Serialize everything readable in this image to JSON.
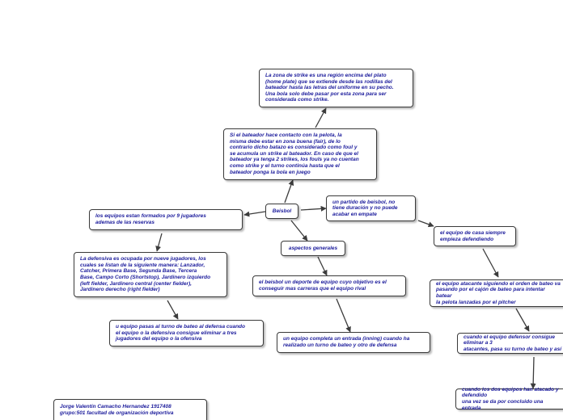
{
  "nodes": {
    "center": "Beisbol",
    "strike_zone": "La zona de strike es una región encima del plato\n(home plate) que se extiende desde las rodillas del\nbateador hasta las letras del uniforme en su pecho.\nUna bola solo debe pasar por esta zona para ser\nconsiderada como strike.",
    "contact": "Si el bateador hace contacto con la pelota, la\nmisma debe estar en zona buena (fair), de lo\ncontrario dicho batazo es considerado como foul y\nse acumula un strike al bateador. En caso de que el\nbateador ya tenga 2 strikes, los fouls ya no cuentan\ncomo strike y el turno continúa hasta que el\nbateador ponga la bola en juego",
    "teams": "los equipos estan formados por 9 jugadores\nademas de las reservas",
    "defense": "La defensiva es ocupada por nueve jugadores, los\ncuales se listan de la siguiente manera: Lanzador,\nCatcher, Primera Base, Segunda Base, Tercera\nBase, Campo Corto (Shortstop), Jardinero izquierdo\n(left fielder, Jardinero central (center fielder),\nJardinero derecho (right fielder)",
    "turn_change": "u equipo pasas al turno de bateo al defensa cuando\nel equipo o la defensiva consigue eliminar a tres\njugadores del equipo o la ofensiva",
    "general": "aspectos generales",
    "sport": "el beisbol un deporte de equipo cuyo objetivo es el\nconseguir mas carreras que el equipo rival",
    "inning": "un equipo completa un entrada (inning) cuando ha\nrealizado un turno de bateo y otro de defensa",
    "match": "un partido de beisbol,  no\ntiene duración y no puede\nacabar en empate",
    "home": "el equipo de casa siempre\nempieza defendiendo",
    "attack": "el equipo atacante siguiendo el orden de bateo va\npasando por el cajón de bateo para intentar batear\nla pelota lanzadas por el pitcher",
    "defender": "cuando el equipo defensor consigue eliminar a 3\natacantes, pasa su turno de bateo y así",
    "both": "cuando los dos equipos han atacado y defendido\nuna vez se da por concluido una entrada",
    "author": "Jorge Valentín Camacho Hernandez 1917408\ngrupo:501 facultad de organización deportiva"
  },
  "colors": {
    "text": "#1c1c9c",
    "border": "#3a3a3a",
    "edge": "#3c3c3c"
  }
}
